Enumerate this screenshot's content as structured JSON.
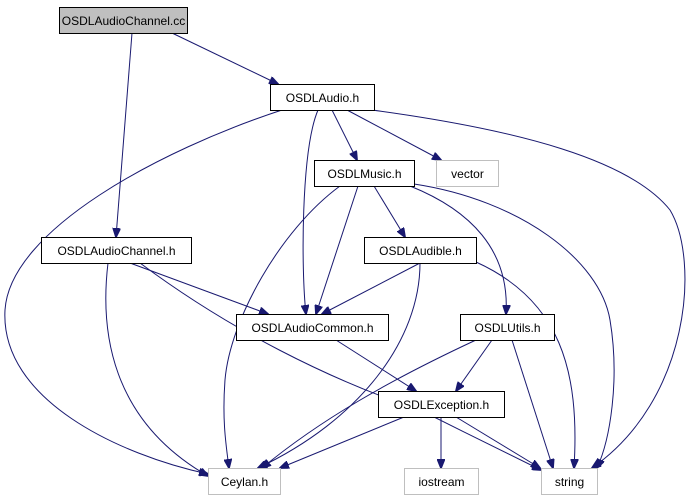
{
  "colors": {
    "edge": "#191970",
    "node_border": "#000000",
    "external_border": "#bfbfbf",
    "root_fill": "#bfbfbf",
    "node_fill": "#ffffff",
    "text": "#000000"
  },
  "nodes": [
    {
      "id": "n0",
      "label": "OSDLAudioChannel.cc",
      "kind": "root"
    },
    {
      "id": "n1",
      "label": "OSDLAudio.h",
      "kind": "header"
    },
    {
      "id": "n2",
      "label": "vector",
      "kind": "external"
    },
    {
      "id": "n3",
      "label": "OSDLMusic.h",
      "kind": "header"
    },
    {
      "id": "n4",
      "label": "OSDLAudioChannel.h",
      "kind": "header"
    },
    {
      "id": "n5",
      "label": "OSDLAudible.h",
      "kind": "header"
    },
    {
      "id": "n6",
      "label": "OSDLAudioCommon.h",
      "kind": "header"
    },
    {
      "id": "n7",
      "label": "OSDLUtils.h",
      "kind": "header"
    },
    {
      "id": "n8",
      "label": "OSDLException.h",
      "kind": "header"
    },
    {
      "id": "n9",
      "label": "Ceylan.h",
      "kind": "external"
    },
    {
      "id": "n10",
      "label": "iostream",
      "kind": "external"
    },
    {
      "id": "n11",
      "label": "string",
      "kind": "external"
    }
  ],
  "edges": [
    {
      "from": "n0",
      "to": "n1"
    },
    {
      "from": "n0",
      "to": "n4"
    },
    {
      "from": "n1",
      "to": "n2"
    },
    {
      "from": "n1",
      "to": "n3"
    },
    {
      "from": "n1",
      "to": "n6"
    },
    {
      "from": "n1",
      "to": "n9"
    },
    {
      "from": "n1",
      "to": "n11"
    },
    {
      "from": "n3",
      "to": "n5"
    },
    {
      "from": "n3",
      "to": "n6"
    },
    {
      "from": "n3",
      "to": "n7"
    },
    {
      "from": "n3",
      "to": "n9"
    },
    {
      "from": "n3",
      "to": "n11"
    },
    {
      "from": "n4",
      "to": "n6"
    },
    {
      "from": "n4",
      "to": "n9"
    },
    {
      "from": "n4",
      "to": "n11"
    },
    {
      "from": "n5",
      "to": "n6"
    },
    {
      "from": "n5",
      "to": "n9"
    },
    {
      "from": "n5",
      "to": "n11"
    },
    {
      "from": "n6",
      "to": "n8"
    },
    {
      "from": "n7",
      "to": "n8"
    },
    {
      "from": "n7",
      "to": "n9"
    },
    {
      "from": "n7",
      "to": "n11"
    },
    {
      "from": "n8",
      "to": "n9"
    },
    {
      "from": "n8",
      "to": "n10"
    },
    {
      "from": "n8",
      "to": "n11"
    }
  ]
}
